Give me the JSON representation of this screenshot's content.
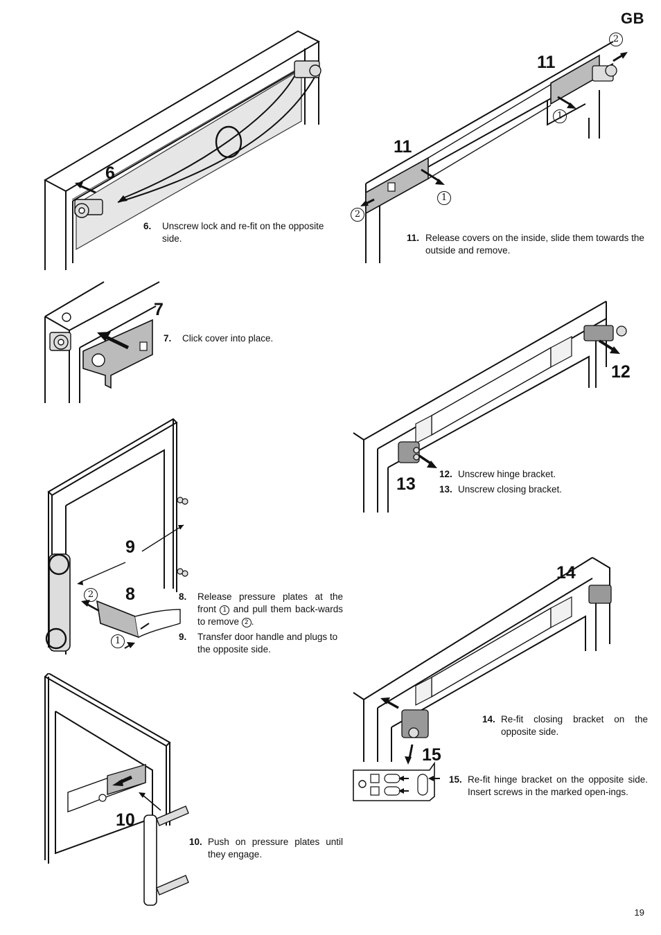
{
  "header": {
    "lang": "GB"
  },
  "footer": {
    "page_number": "19"
  },
  "figure_labels": {
    "f6": "6",
    "f7": "7",
    "f8": "8",
    "f9": "9",
    "f10": "10",
    "f11a": "11",
    "f11b": "11",
    "f12": "12",
    "f13": "13",
    "f14": "14",
    "f15": "15"
  },
  "markers": {
    "one": "1",
    "two": "2"
  },
  "steps": {
    "s6": {
      "num": "6.",
      "text": "Unscrew lock and re-fit on the opposite side."
    },
    "s7": {
      "num": "7.",
      "text": "Click cover into place."
    },
    "s8": {
      "num": "8.",
      "text_a": "Release pressure plates at the front",
      "text_b": "and pull them back-wards to remove",
      "text_c": "."
    },
    "s9": {
      "num": "9.",
      "text": "Transfer door handle and plugs to the opposite side."
    },
    "s10": {
      "num": "10.",
      "text": "Push on pressure plates until they engage."
    },
    "s11": {
      "num": "11.",
      "text": "Release covers on the inside, slide them towards the outside and remove."
    },
    "s12": {
      "num": "12.",
      "text": "Unscrew hinge bracket."
    },
    "s13": {
      "num": "13.",
      "text": "Unscrew closing bracket."
    },
    "s14": {
      "num": "14.",
      "text": "Re-fit closing bracket on the opposite side."
    },
    "s15": {
      "num": "15.",
      "text": "Re-fit hinge bracket on the opposite side. Insert screws in the marked open-ings."
    }
  }
}
